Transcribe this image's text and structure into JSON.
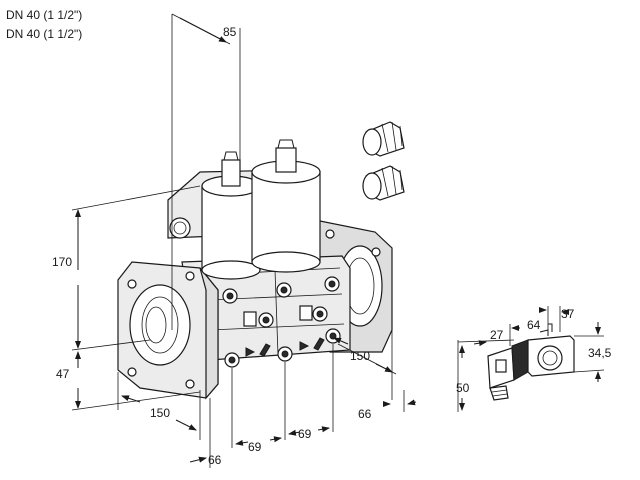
{
  "title": {
    "line1": "DN 40 (1 1/2\")",
    "line2": "DN 40 (1 1/2\")"
  },
  "dimensions": {
    "top_width": "85",
    "height_main": "170",
    "height_lower": "47",
    "depth_left": "150",
    "depth_right": "150",
    "offset_bottom_left": "66",
    "offset_right": "66",
    "pitch_a": "69",
    "pitch_b": "69",
    "conn_depth": "27",
    "conn_width": "64",
    "conn_small": "37",
    "conn_height": "34,5",
    "conn_total": "50"
  }
}
